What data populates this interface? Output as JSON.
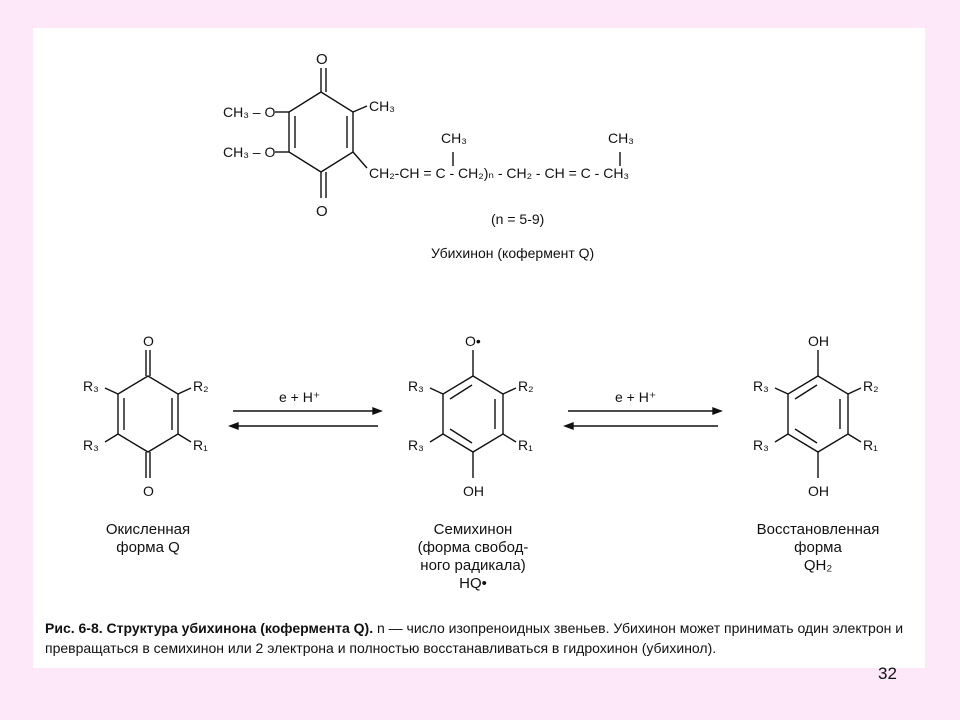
{
  "ubiquinone": {
    "o_top": "O",
    "o_bottom": "O",
    "ch3o_top": "CH₃ – O",
    "ch3o_bottom": "CH₃ – O",
    "ch3_ring": "CH₃",
    "ch3_side1": "CH₃",
    "ch3_side2": "CH₃",
    "chain": "CH₂-CH = C - CH₂)ₙ - CH₂ - CH = C - CH₃",
    "n_range": "(n = 5-9)",
    "name": "Убихинон (кофермент Q)"
  },
  "forms": {
    "oxidized": {
      "top": "O",
      "bottom": "O",
      "r3a": "R₃",
      "r3b": "R₃",
      "r2": "R₂",
      "r1": "R₁",
      "label_lines": [
        "Окисленная",
        "форма Q"
      ]
    },
    "semi": {
      "top": "O•",
      "bottom": "OH",
      "r3a": "R₃",
      "r3b": "R₃",
      "r2": "R₂",
      "r1": "R₁",
      "label_lines": [
        "Семихинон",
        "(форма свобод-",
        "ного радикала)",
        "HQ•"
      ]
    },
    "reduced": {
      "top": "OH",
      "bottom": "OH",
      "r3a": "R₃",
      "r3b": "R₃",
      "r2": "R₂",
      "r1": "R₁",
      "label_lines": [
        "Восстановленная",
        "форма",
        "QH₂"
      ]
    }
  },
  "arrows": {
    "left": "e + H⁺",
    "right": "e + H⁺"
  },
  "caption": {
    "bold": "Рис. 6-8. Структура убихинона (кофермента Q).",
    "rest": " n — число изопреноидных звеньев. Убихинон может принимать один электрон и превращаться в семихинон или 2 электрона и полностью восстанавливаться в гидрохинон (убихинол)."
  },
  "page_number": "32"
}
